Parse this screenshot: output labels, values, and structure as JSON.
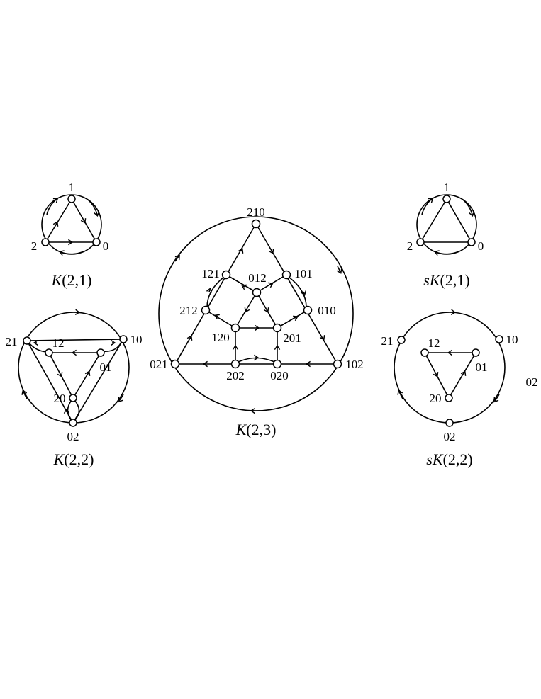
{
  "colors": {
    "ink": "#000000",
    "paper": "#ffffff"
  },
  "graphs": [
    {
      "id": "K21",
      "caption": {
        "prefix": "",
        "name": "K",
        "args": "(2,1)"
      },
      "labels": [
        "1",
        "2",
        "0"
      ]
    },
    {
      "id": "K22",
      "caption": {
        "prefix": "",
        "name": "K",
        "args": "(2,2)"
      },
      "labels": [
        "21",
        "12",
        "10",
        "01",
        "20",
        "02"
      ]
    },
    {
      "id": "K23",
      "caption": {
        "prefix": "",
        "name": "K",
        "args": "(2,3)"
      },
      "labels": [
        "210",
        "121",
        "012",
        "101",
        "212",
        "010",
        "120",
        "201",
        "021",
        "202",
        "020",
        "102"
      ]
    },
    {
      "id": "sK21",
      "caption": {
        "prefix": "s",
        "name": "K",
        "args": "(2,1)"
      },
      "labels": [
        "1",
        "2",
        "0"
      ]
    },
    {
      "id": "sK22",
      "caption": {
        "prefix": "s",
        "name": "K",
        "args": "(2,2)"
      },
      "labels": [
        "21",
        "12",
        "10",
        "01",
        "20",
        "02",
        "02"
      ]
    }
  ]
}
